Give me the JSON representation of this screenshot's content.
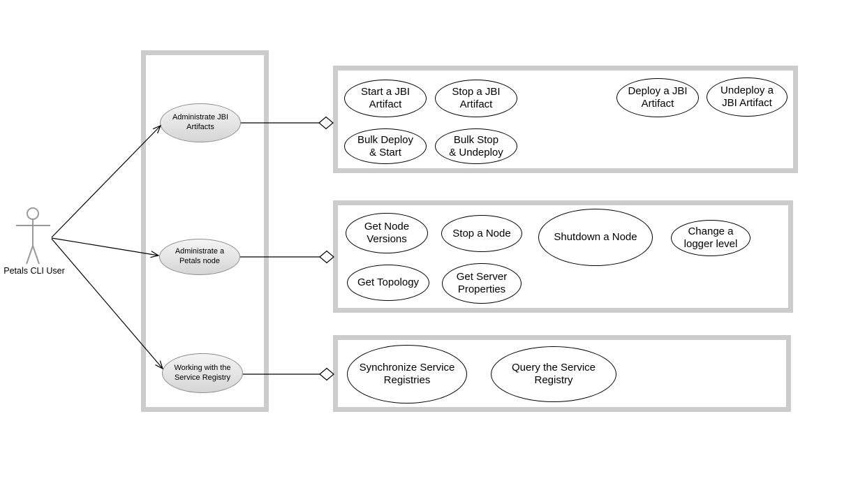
{
  "actor": {
    "label": "Petals CLI User"
  },
  "category_panel": {
    "items": [
      {
        "label": "Administrate JBI\nArtifacts"
      },
      {
        "label": "Administrate a\nPetals node"
      },
      {
        "label": "Working with the\nService Registry"
      }
    ]
  },
  "groups": [
    {
      "name": "jbi-artifacts",
      "use_cases": [
        {
          "label": "Start a JBI\nArtifact"
        },
        {
          "label": "Stop a JBI\nArtifact"
        },
        {
          "label": "Deploy a JBI\nArtifact"
        },
        {
          "label": "Undeploy a\nJBI Artifact"
        },
        {
          "label": "Bulk Deploy\n& Start"
        },
        {
          "label": "Bulk Stop\n& Undeploy"
        }
      ]
    },
    {
      "name": "petals-node",
      "use_cases": [
        {
          "label": "Get Node\nVersions"
        },
        {
          "label": "Stop a Node"
        },
        {
          "label": "Shutdown a Node"
        },
        {
          "label": "Change a\nlogger level"
        },
        {
          "label": "Get Topology"
        },
        {
          "label": "Get Server\nProperties"
        }
      ]
    },
    {
      "name": "service-registry",
      "use_cases": [
        {
          "label": "Synchronize Service\nRegistries"
        },
        {
          "label": "Query the Service\nRegistry"
        }
      ]
    }
  ],
  "colors": {
    "boundary_border": "#cccccc",
    "use_case_border": "#000000",
    "category_fill_top": "#f4f4f4",
    "category_fill_bottom": "#d5d5d5",
    "category_border": "#8f8f8f",
    "actor_stroke": "#999999",
    "connector": "#000000"
  }
}
